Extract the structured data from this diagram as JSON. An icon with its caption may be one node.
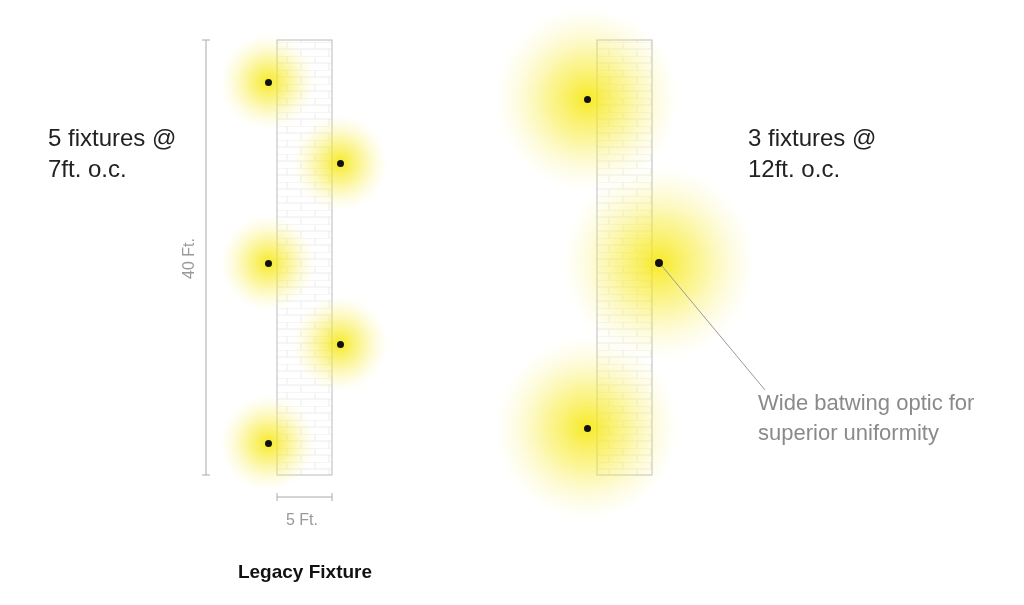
{
  "diagram": {
    "nodes": [
      {
        "text": [
          "Wide batwing optic for superior uniformity"
        ]
      },
      {
        "text": [],
        "shape": "circle"
      }
    ],
    "edges": [
      {
        "from": 0,
        "to": 1,
        "arrow": "none"
      }
    ],
    "labels": [
      "5 fixtures @ 7ft. o.c.",
      "40 Ft.",
      "3 fixtures @ 12ft. o.c.",
      "5 Ft.",
      "Legacy Fixture"
    ]
  }
}
